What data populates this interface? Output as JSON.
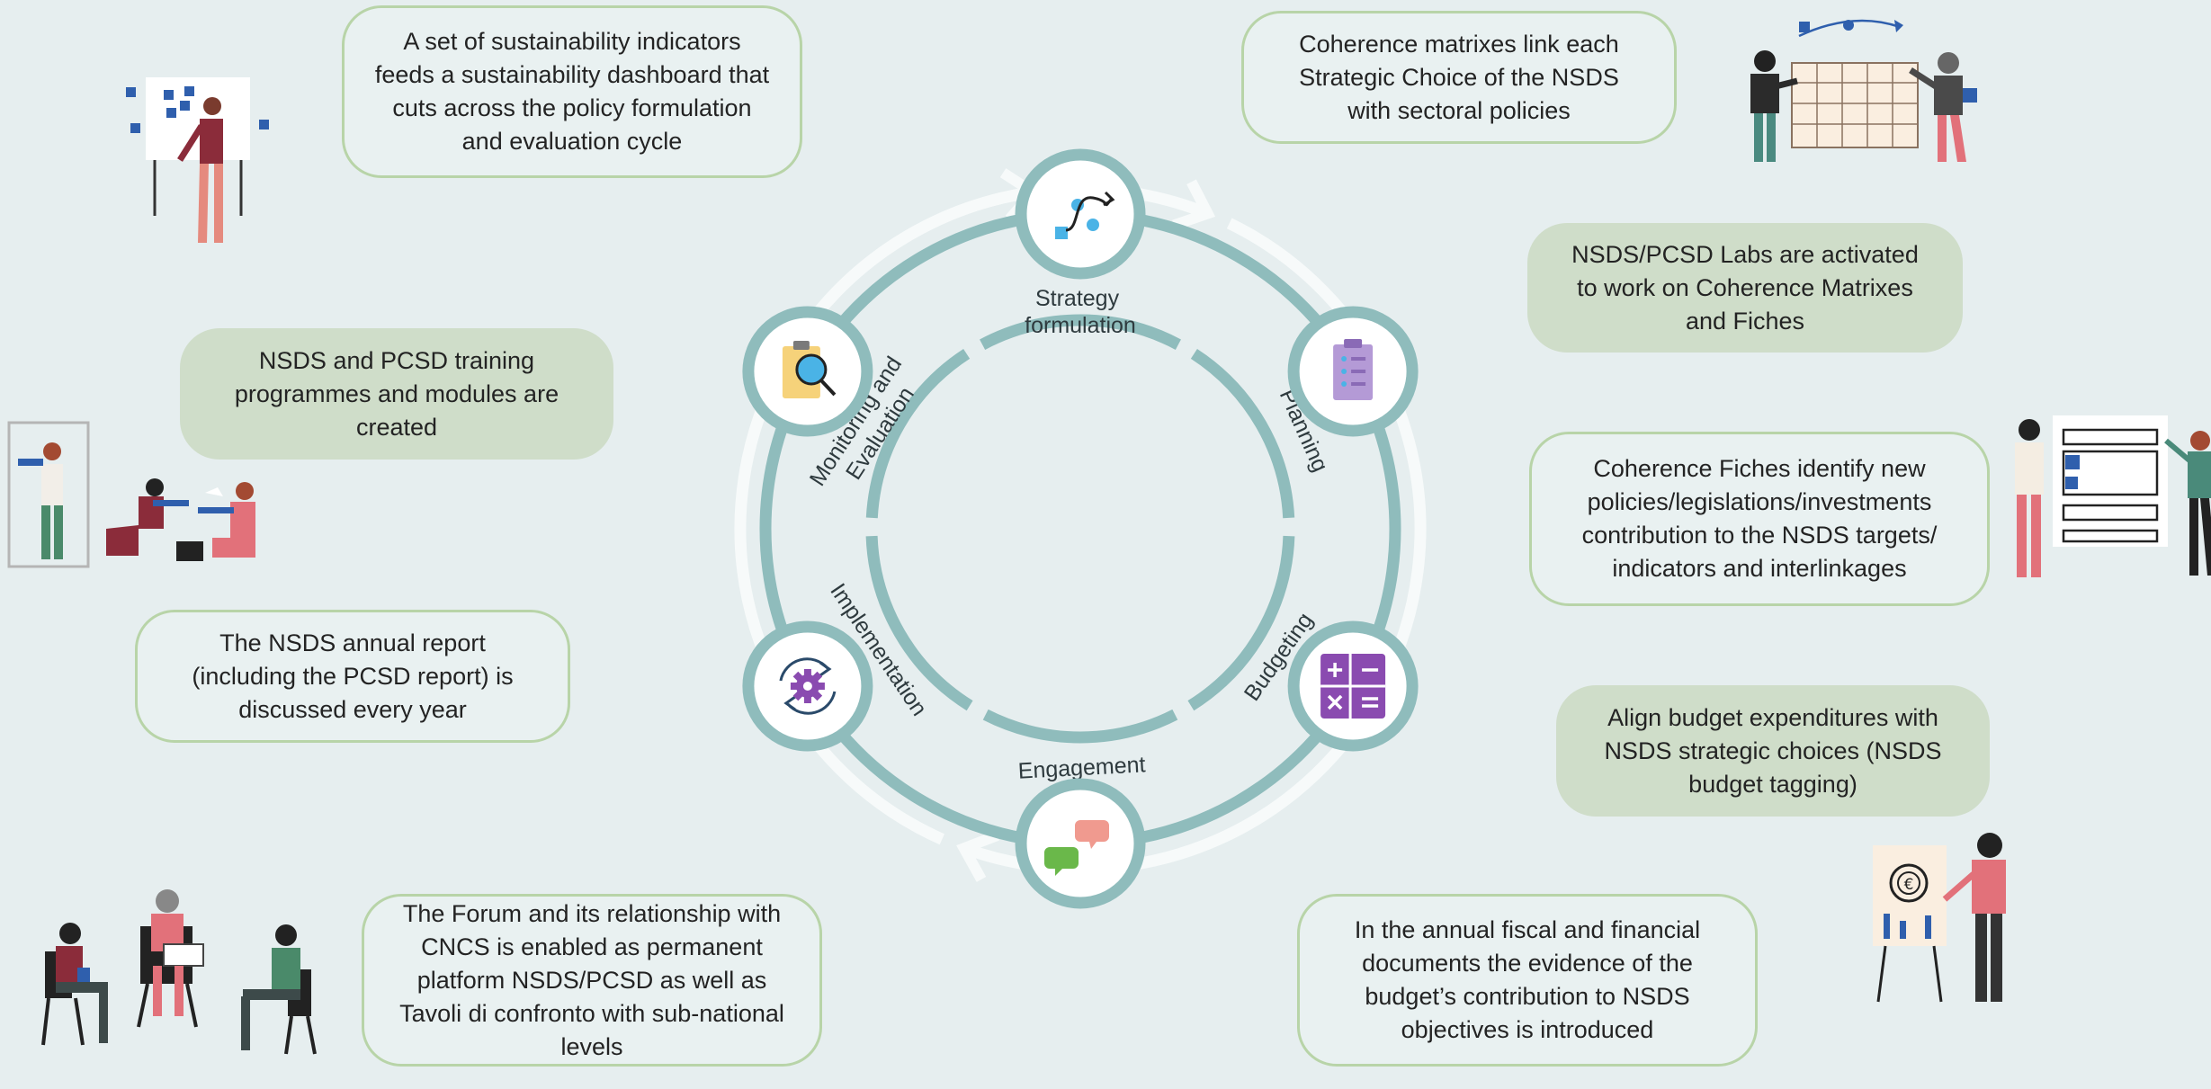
{
  "colors": {
    "background": "#e6eeef",
    "ring": "#8fbcbc",
    "outer_arrows": "#f7fafa",
    "box_border": "#b8d4a8",
    "box_fill": "#cfddc9",
    "text": "#232323",
    "stage_label": "#2e3a3e"
  },
  "stages": [
    {
      "label": "Strategy\nformulation",
      "icon": "strategy-path-icon"
    },
    {
      "label": "Planning",
      "icon": "clipboard-checklist-icon"
    },
    {
      "label": "Budgeting",
      "icon": "calculator-icon"
    },
    {
      "label": "Engagement",
      "icon": "speech-bubbles-icon"
    },
    {
      "label": "Implementation",
      "icon": "gear-cycle-icon"
    },
    {
      "label": "Monitoring and\nEvaluation",
      "icon": "magnifier-clipboard-icon"
    }
  ],
  "boxes": [
    {
      "text": "A set of sustainability indicators\nfeeds a sustainability dashboard that\ncuts across the policy formulation\nand evaluation cycle"
    },
    {
      "text": "Coherence matrixes link each\nStrategic Choice of the NSDS\nwith sectoral policies"
    },
    {
      "text": "NSDS/PCSD Labs are activated\nto work on Coherence Matrixes\nand Fiches"
    },
    {
      "text": "NSDS and PCSD training\nprogrammes and modules are\ncreated"
    },
    {
      "text": "Coherence Fiches identify new\npolicies/legislations/investments\ncontribution  to the NSDS targets/\nindicators and interlinkages"
    },
    {
      "text": "The NSDS annual report\n(including the PCSD report) is\ndiscussed every year"
    },
    {
      "text": "Align budget expenditures with\nNSDS strategic choices (NSDS\nbudget tagging)"
    },
    {
      "text": "The Forum and its relationship with\nCNCS is enabled as permanent\nplatform NSDS/PCSD as well as\nTavoli di confronto with sub-national\nlevels"
    },
    {
      "text": "In the annual fiscal and financial\ndocuments the evidence of the\nbudget’s contribution to NSDS\nobjectives is introduced"
    }
  ],
  "illustrations": [
    "person-at-board-illustration",
    "people-at-grid-illustration",
    "workers-illustration",
    "people-at-checklist-board-illustration",
    "person-at-euro-chart-illustration",
    "meeting-people-illustration"
  ]
}
